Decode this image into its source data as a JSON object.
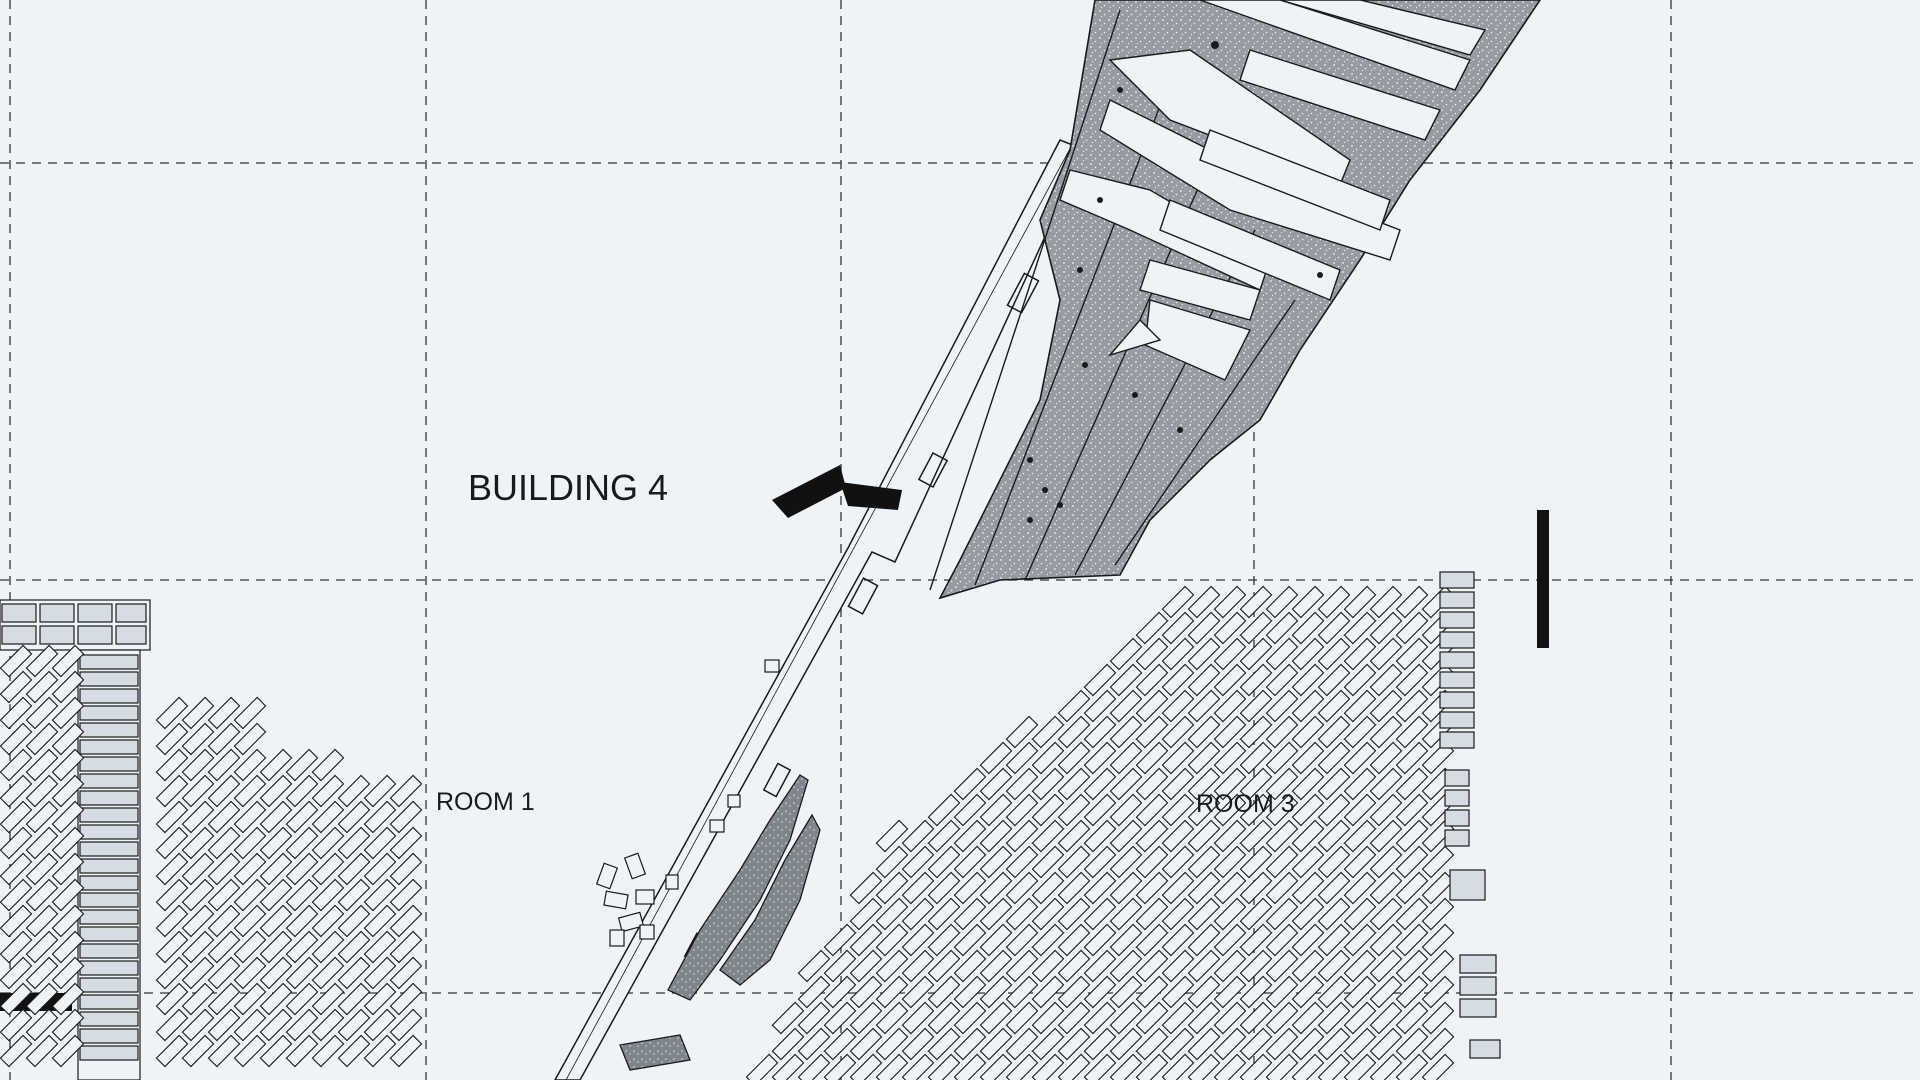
{
  "plan": {
    "labels": {
      "building": "BUILDING 4",
      "room_1": "ROOM 1",
      "room_3": "ROOM 3"
    },
    "colors": {
      "paper": "#eef3f8",
      "ink": "#1a1a1a",
      "floor_fill": "#9aa0a8",
      "grid": "#333333"
    }
  }
}
